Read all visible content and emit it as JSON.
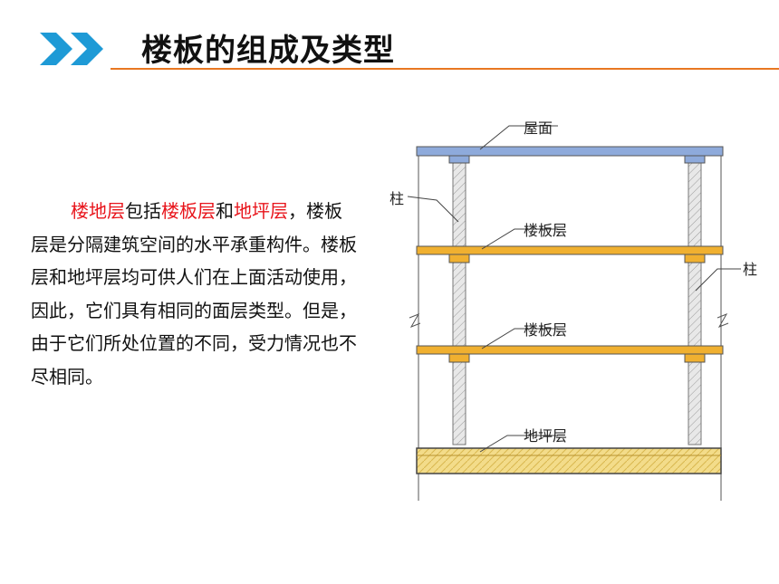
{
  "header": {
    "title": "楼板的组成及类型",
    "accent_color": "#e87722",
    "chevron_color": "#1e9ad6"
  },
  "paragraph": {
    "seg1": "楼地层",
    "seg2": "包括",
    "seg3": "楼板层",
    "seg4": "和",
    "seg5": "地坪层",
    "seg6": "，楼板层是分隔建筑空间的水平承重构件。楼板层和地坪层均可供人们在上面活动使用，因此，它们具有相同的面层类型。但是，由于它们所处位置的不同，受力情况也不尽相同。",
    "highlight_color": "#e8141b"
  },
  "diagram": {
    "labels": {
      "roof": "屋面",
      "column_left": "柱",
      "floor_upper": "楼板层",
      "column_right": "柱",
      "floor_lower": "楼板层",
      "ground": "地坪层"
    },
    "colors": {
      "roof_slab": "#8eaadb",
      "floor_slab": "#f0b030",
      "ground_slab": "#f3dc8a",
      "column": "#e6e6e6"
    }
  }
}
